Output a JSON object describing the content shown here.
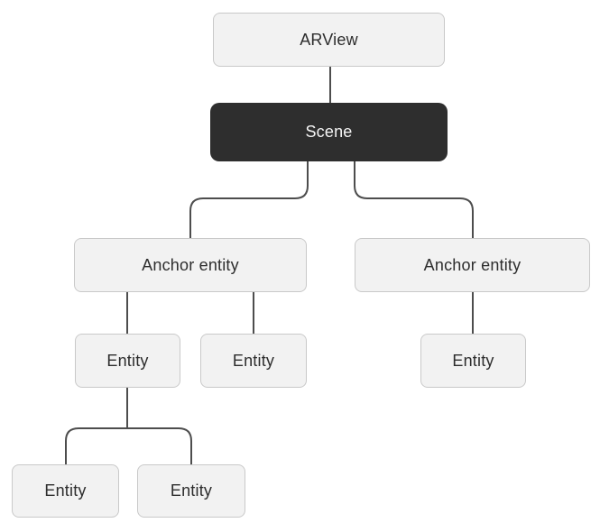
{
  "diagram": {
    "nodes": [
      {
        "id": "arview",
        "label": "ARView",
        "highlighted": false
      },
      {
        "id": "scene",
        "label": "Scene",
        "highlighted": true
      },
      {
        "id": "anchor-left",
        "label": "Anchor entity",
        "highlighted": false
      },
      {
        "id": "anchor-right",
        "label": "Anchor entity",
        "highlighted": false
      },
      {
        "id": "entity-l1",
        "label": "Entity",
        "highlighted": false
      },
      {
        "id": "entity-l2",
        "label": "Entity",
        "highlighted": false
      },
      {
        "id": "entity-r1",
        "label": "Entity",
        "highlighted": false
      },
      {
        "id": "entity-b1",
        "label": "Entity",
        "highlighted": false
      },
      {
        "id": "entity-b2",
        "label": "Entity",
        "highlighted": false
      }
    ],
    "edges": [
      {
        "from": "arview",
        "to": "scene"
      },
      {
        "from": "scene",
        "to": "anchor-left"
      },
      {
        "from": "scene",
        "to": "anchor-right"
      },
      {
        "from": "anchor-left",
        "to": "entity-l1"
      },
      {
        "from": "anchor-left",
        "to": "entity-l2"
      },
      {
        "from": "anchor-right",
        "to": "entity-r1"
      },
      {
        "from": "entity-l1",
        "to": "entity-b1"
      },
      {
        "from": "entity-l1",
        "to": "entity-b2"
      }
    ],
    "colors": {
      "background": "#ffffff",
      "node_fill": "#f2f2f2",
      "node_border": "#c9c9c9",
      "node_text": "#2d2d2d",
      "highlight_fill": "#2e2e2e",
      "highlight_text": "#f5f5f5",
      "connector": "#4d4d4d"
    }
  }
}
